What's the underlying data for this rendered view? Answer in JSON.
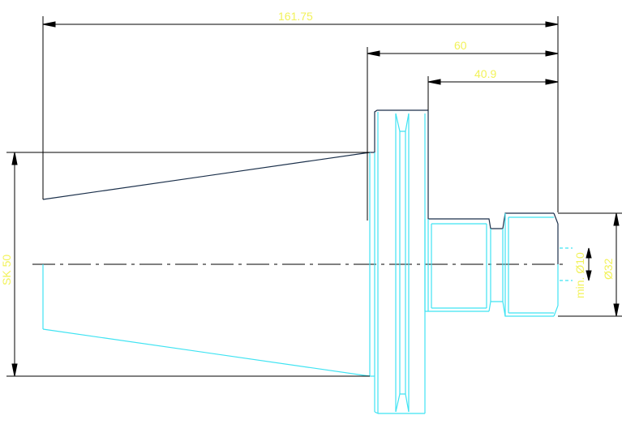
{
  "colors": {
    "background": "#ffffff",
    "dimension_line": "#000000",
    "outline_upper": "#1a2f4a",
    "outline_lower": "#3fe3f2",
    "centerline": "#000000",
    "dimension_text": "#f2f25a"
  },
  "dimensions": {
    "overall_length": "161.75",
    "flange_to_end": "60",
    "shoulder_to_end": "40.9",
    "taper_size": "SK 50",
    "clamp_min_diameter": "min. Ø10",
    "outer_diameter": "Ø32"
  }
}
